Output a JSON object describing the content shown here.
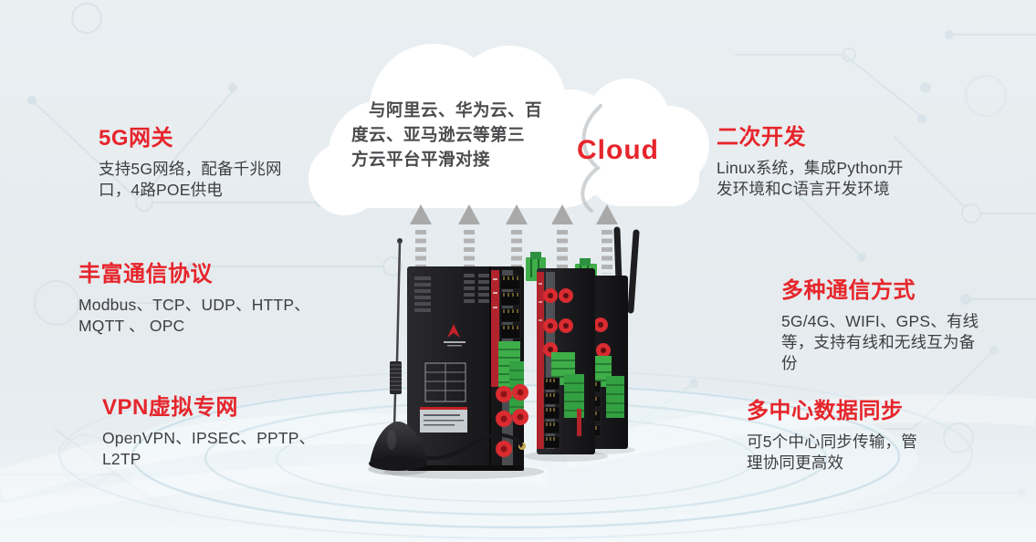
{
  "infographic": {
    "cloud": {
      "description": "　与阿里云、华为云、百\n度云、亚马逊云等第三\n方云平台平滑对接",
      "label": "Cloud"
    },
    "features": {
      "gateway": {
        "title": "5G网关",
        "body": "支持5G网络，配备千兆网\n口，4路POE供电"
      },
      "protocols": {
        "title": "丰富通信协议",
        "body": "Modbus、TCP、UDP、HTTP、\nMQTT 、 OPC"
      },
      "vpn": {
        "title": "VPN虚拟专网",
        "body": "OpenVPN、IPSEC、PPTP、\nL2TP"
      },
      "secondary_dev": {
        "title": "二次开发",
        "body": "Linux系统，集成Python开\n发环境和C语言开发环境"
      },
      "comm_modes": {
        "title": "多种通信方式",
        "body": "5G/4G、WIFI、GPS、有线\n等，支持有线和无线互为备\n份"
      },
      "multi_center": {
        "title": "多中心数据同步",
        "body": "可5个中心同步传输，管\n理协同更高效"
      }
    },
    "colors": {
      "accent_red": "#e6252b",
      "body_text": "#3e3e41",
      "arrow_gray": "#b3b3b3",
      "terminal_green": "#3fae49",
      "device_black": "#1c1c1e",
      "background": "#e6ecef"
    },
    "icons": {
      "cloud_shape": "cloud-icon",
      "up_arrows": "upload-arrow",
      "devices": "router-photo",
      "antenna": "whip-antenna-icon"
    }
  }
}
